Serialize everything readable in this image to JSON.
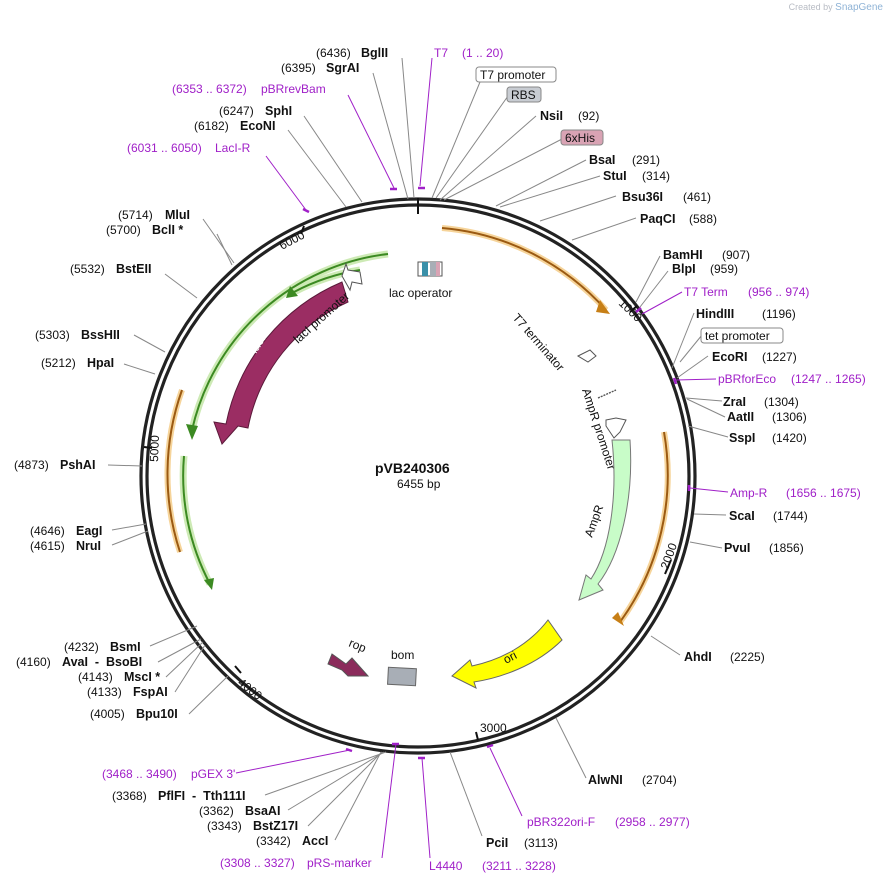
{
  "watermark": {
    "prefix": "Created by",
    "brand": "SnapGene"
  },
  "plasmid": {
    "name": "pVB240306",
    "length": "6455 bp"
  },
  "ticks": [
    "1000",
    "2000",
    "3000",
    "4000",
    "5000",
    "6000"
  ],
  "enzymes": [
    {
      "name": "BglII",
      "pos": "(6436)"
    },
    {
      "name": "SgrAI",
      "pos": "(6395)"
    },
    {
      "name": "SphI",
      "pos": "(6247)"
    },
    {
      "name": "EcoNI",
      "pos": "(6182)"
    },
    {
      "name": "MluI",
      "pos": "(5714)"
    },
    {
      "name": "BclI *",
      "pos": "(5700)"
    },
    {
      "name": "BstEII",
      "pos": "(5532)"
    },
    {
      "name": "BssHII",
      "pos": "(5303)"
    },
    {
      "name": "HpaI",
      "pos": "(5212)"
    },
    {
      "name": "PshAI",
      "pos": "(4873)"
    },
    {
      "name": "EagI",
      "pos": "(4646)"
    },
    {
      "name": "NruI",
      "pos": "(4615)"
    },
    {
      "name": "BsmI",
      "pos": "(4232)"
    },
    {
      "name": "AvaI  -  BsoBI",
      "pos": "(4160)"
    },
    {
      "name": "MscI *",
      "pos": "(4143)"
    },
    {
      "name": "FspAI",
      "pos": "(4133)"
    },
    {
      "name": "Bpu10I",
      "pos": "(4005)"
    },
    {
      "name": "PflFI  -  Tth111I",
      "pos": "(3368)"
    },
    {
      "name": "BsaAI",
      "pos": "(3362)"
    },
    {
      "name": "BstZ17I",
      "pos": "(3343)"
    },
    {
      "name": "AccI",
      "pos": "(3342)"
    },
    {
      "name": "PciI",
      "pos": "(3113)"
    },
    {
      "name": "AlwNI",
      "pos": "(2704)"
    },
    {
      "name": "AhdI",
      "pos": "(2225)"
    },
    {
      "name": "PvuI",
      "pos": "(1856)"
    },
    {
      "name": "ScaI",
      "pos": "(1744)"
    },
    {
      "name": "SspI",
      "pos": "(1420)"
    },
    {
      "name": "AatII",
      "pos": "(1306)"
    },
    {
      "name": "ZraI",
      "pos": "(1304)"
    },
    {
      "name": "EcoRI",
      "pos": "(1227)"
    },
    {
      "name": "HindIII",
      "pos": "(1196)"
    },
    {
      "name": "BlpI",
      "pos": "(959)"
    },
    {
      "name": "BamHI",
      "pos": "(907)"
    },
    {
      "name": "PaqCI",
      "pos": "(588)"
    },
    {
      "name": "Bsu36I",
      "pos": "(461)"
    },
    {
      "name": "StuI",
      "pos": "(314)"
    },
    {
      "name": "BsaI",
      "pos": "(291)"
    },
    {
      "name": "NsiI",
      "pos": "(92)"
    }
  ],
  "primers": [
    {
      "name": "T7",
      "range": "(1 .. 20)"
    },
    {
      "name": "pBRrevBam",
      "range": "(6353 .. 6372)"
    },
    {
      "name": "LacI-R",
      "range": "(6031 .. 6050)"
    },
    {
      "name": "T7 Term",
      "range": "(956 .. 974)"
    },
    {
      "name": "pBRforEco",
      "range": "(1247 .. 1265)"
    },
    {
      "name": "Amp-R",
      "range": "(1656 .. 1675)"
    },
    {
      "name": "pBR322ori-F",
      "range": "(2958 .. 2977)"
    },
    {
      "name": "L4440",
      "range": "(3211 .. 3228)"
    },
    {
      "name": "pRS-marker",
      "range": "(3308 .. 3327)"
    },
    {
      "name": "pGEX 3'",
      "range": "(3468 .. 3490)"
    }
  ],
  "boxed_labels": [
    "T7 promoter",
    "RBS",
    "6xHis",
    "tet promoter"
  ],
  "features": [
    "lacI",
    "lacI promoter",
    "lac operator",
    "T7 terminator",
    "AmpR promoter",
    "AmpR",
    "ori",
    "rop",
    "bom"
  ],
  "colors": {
    "lacI": "#9b2d63",
    "ampR": "#c8fcc8",
    "ori": "#ffff00",
    "rop": "#8b2b5b",
    "bom": "#a8aeb6",
    "orf": "#f0a830",
    "green_orf": "#4d9a2a",
    "primer": "#a020c8",
    "hisTag": "#d9a3b4"
  }
}
